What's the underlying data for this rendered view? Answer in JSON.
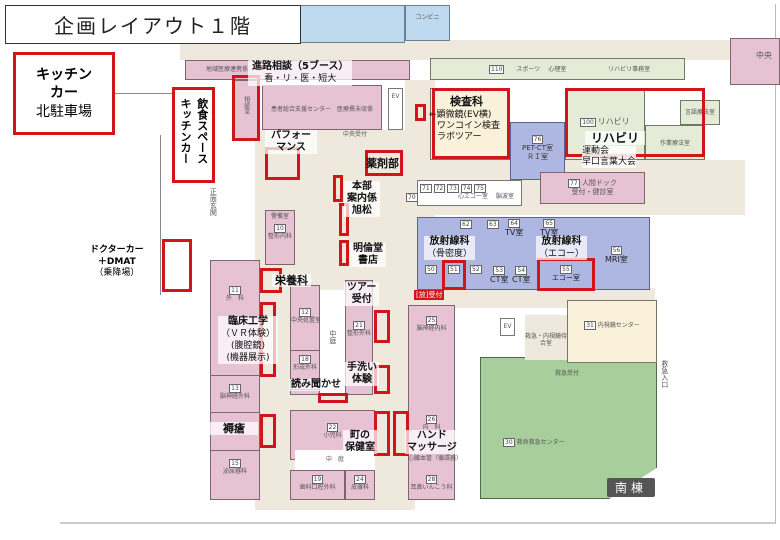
{
  "title": "企画レイアウト１階",
  "kitchen_car": {
    "line1": "キッチン",
    "line2": "カー",
    "line3": "北駐車場"
  },
  "eating_space": {
    "col1": "飲食スペース",
    "col2": "キッチンカー"
  },
  "doctor_car": {
    "line1": "ドクターカー",
    "line2": "＋DMAT",
    "line3": "（乗降場）"
  },
  "events": {
    "career": "進路相談（5ブース）",
    "career_sub": "看・リ・医・短大",
    "performance": "パフォー\nマンス",
    "pharmacy": "薬剤部",
    "hq1": "本部",
    "hq2": "案内係",
    "hq3": "旭松",
    "bookstore1": "明倫堂",
    "bookstore2": "書店",
    "nutrition": "栄養科",
    "tour1": "ツアー",
    "tour2": "受付",
    "clinical1": "臨床工学",
    "clinical2": "（ＶＲ体験）",
    "clinical3": "(腹腔鏡)",
    "clinical4": "(機器展示)",
    "handwash1": "手洗い",
    "handwash2": "体験",
    "reading": "読み聞かせ",
    "pressure": "褥瘡",
    "health1": "町の",
    "health2": "保健室",
    "hand1": "ハンド",
    "hand2": "マッサージ",
    "lab": "検査科",
    "lab_sub1": "←顕微鏡(EV横)",
    "lab_sub2": "ワンコイン検査",
    "lab_sub3": "ラボツアー",
    "rehab": "リハビリ",
    "rehab_sub1": "運動会",
    "rehab_sub2": "早口言葉大会",
    "rad1": "放射線科",
    "rad1_sub": "（骨密度）",
    "rad2": "放射線科",
    "rad2_sub": "（エコー）"
  },
  "rooms": {
    "regional": "地域医療連携係",
    "consult": "相談室",
    "support": "患者総合支援センター",
    "unpaid": "医療費未収係",
    "central_reception": "中央受付",
    "reception": "受付",
    "guard": "警備室",
    "main_entrance": "正面玄関",
    "r10": "10",
    "r10_name": "整形内科",
    "r11": "11",
    "r11_name": "外　科",
    "r12": "12",
    "r12_name": "中央処置室",
    "r13": "13",
    "r13_name": "脳神経外科",
    "r15": "15",
    "r15_name": "泌尿器科",
    "r18": "18",
    "r18_name": "形成外科",
    "r19": "19",
    "r19_name": "歯科口腔外科",
    "r21": "21",
    "r21_name": "整形外科",
    "r22": "22",
    "r22_name": "小児科",
    "r24": "24",
    "r24_name": "皮膚科",
    "r25": "25",
    "r25_name": "脳神経内科",
    "r26": "26",
    "r26_name": "内　科",
    "r27_name": "心臓血管（循環器）",
    "r28": "28",
    "r28_name": "耳鼻いんこう科",
    "courtyard": "中　庭",
    "courtyard_v": "中庭",
    "store": "コンビニ",
    "r110": "110",
    "psych": "心理室",
    "rehab_office": "リハビリ事務室",
    "sports": "スポーツ",
    "r100": "100",
    "r100_name": "リハビリ",
    "ot": "作業療法室",
    "st": "言語療法室",
    "central": "中央",
    "r76": "76",
    "pet": "PET-CT室",
    "ri": "ＲＩ室",
    "r77": "77",
    "dock": "人間ドック",
    "dock_sub": "受付・健診室",
    "r70": "70",
    "r71": "71",
    "r72": "72",
    "r73": "73",
    "r73_name": "心エコー室",
    "r74": "74",
    "r75": "75",
    "r75_name": "脳波室",
    "r62": "62",
    "r63": "63",
    "r64": "64",
    "r65": "65",
    "tv": "TV室",
    "r56": "56",
    "mri": "MRI室",
    "r50": "50",
    "r51": "51",
    "r52": "52",
    "r53": "53",
    "r54": "54",
    "ct": "CT室",
    "r55": "55",
    "echo": "エコー室",
    "rad_reception": "[放]受付",
    "ev": "EV",
    "r31": "31",
    "endoscopy": "内視鏡センター",
    "er_wait": "救急・内視鏡待合室",
    "er_reception": "救急受付",
    "er_entrance": "救急入口",
    "r30": "30",
    "er_center": "救命救急センター",
    "south": "南棟"
  },
  "colors": {
    "highlight": "#d0161b",
    "outpatient": "#e6c2d3",
    "radiology": "#aeb7e2",
    "emergency": "#a8cf9b"
  }
}
